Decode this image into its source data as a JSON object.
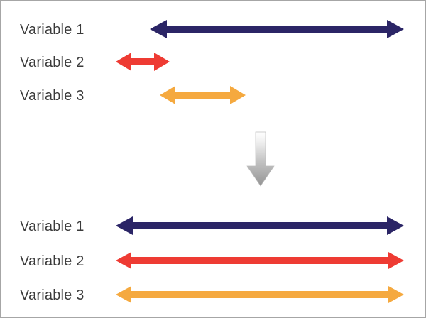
{
  "figure": {
    "type": "diagram",
    "description": "Two-panel diagram showing three variables with short differing ranges on top, converging to equal full ranges on bottom, connected by a downward gradient arrow",
    "background_color": "#ffffff",
    "border_color": "#a6a6a6",
    "text_color": "#3a3a3a"
  },
  "colors": {
    "navy": "#2B2566",
    "red": "#EE3B33",
    "orange": "#F5A93F",
    "arrow_gradient_top": "#ffffff",
    "arrow_gradient_bottom": "#949494"
  },
  "top_panel": {
    "name": "before-panel",
    "rows": [
      {
        "label": "Variable 1",
        "color_key": "navy",
        "arrow": "double-headed-arrow",
        "span_start": 210,
        "span_end": 568,
        "span_length": 358
      },
      {
        "label": "Variable 2",
        "color_key": "red",
        "arrow": "double-headed-arrow",
        "span_start": 162,
        "span_end": 238,
        "span_length": 76
      },
      {
        "label": "Variable 3",
        "color_key": "orange",
        "arrow": "double-headed-arrow",
        "span_start": 224,
        "span_end": 345,
        "span_length": 121
      }
    ]
  },
  "transition": {
    "name": "down-arrow",
    "icon": "arrow-down-icon",
    "gradient": "white-to-gray vertical"
  },
  "bottom_panel": {
    "name": "after-panel",
    "rows": [
      {
        "label": "Variable 1",
        "color_key": "navy",
        "arrow": "double-headed-arrow",
        "span_start": 162,
        "span_end": 568,
        "span_length": 406
      },
      {
        "label": "Variable 2",
        "color_key": "red",
        "arrow": "double-headed-arrow",
        "span_start": 162,
        "span_end": 568,
        "span_length": 406
      },
      {
        "label": "Variable 3",
        "color_key": "orange",
        "arrow": "double-headed-arrow",
        "span_start": 162,
        "span_end": 568,
        "span_length": 406
      }
    ]
  }
}
